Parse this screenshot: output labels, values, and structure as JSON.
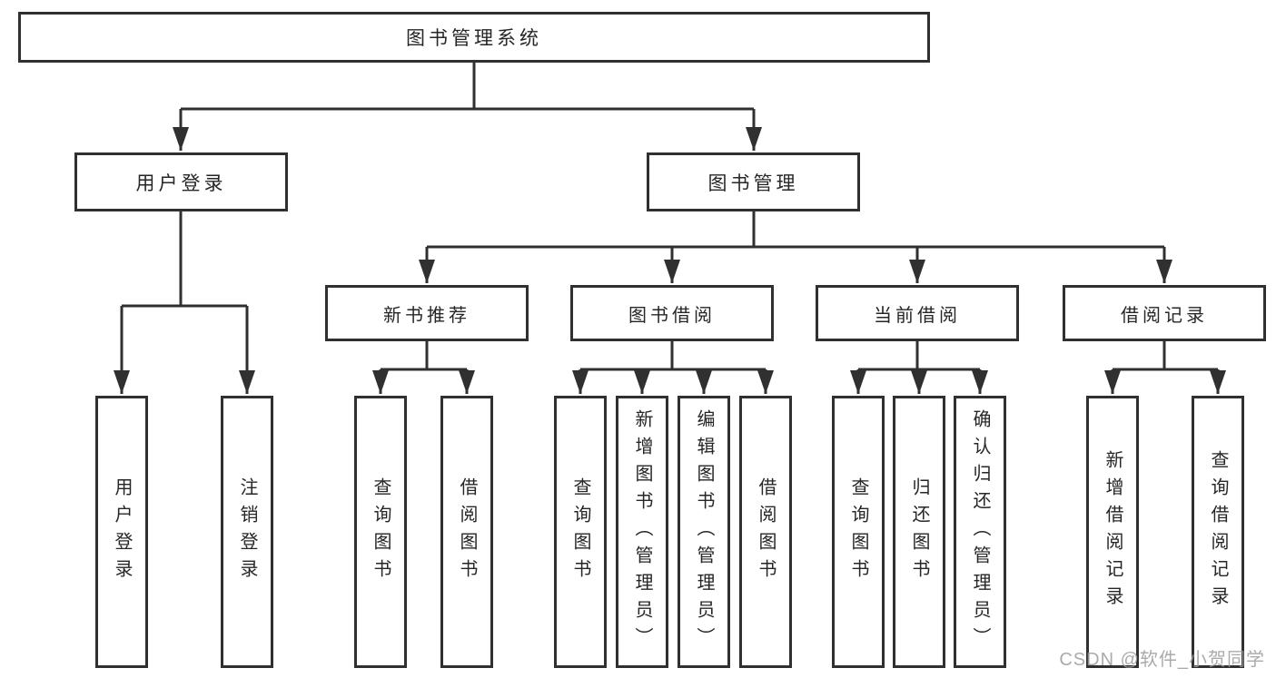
{
  "diagram_title": "图书管理系统",
  "tree": {
    "root": {
      "label": "图书管理系统"
    },
    "branches": [
      {
        "label": "用户登录",
        "children": [
          {
            "label": "用户登录"
          },
          {
            "label": "注销登录"
          }
        ]
      },
      {
        "label": "图书管理",
        "children": [
          {
            "label": "新书推荐",
            "children": [
              {
                "label": "查询图书"
              },
              {
                "label": "借阅图书"
              }
            ]
          },
          {
            "label": "图书借阅",
            "children": [
              {
                "label": "查询图书"
              },
              {
                "label": "新增图书（管理员）"
              },
              {
                "label": "编辑图书（管理员）"
              },
              {
                "label": "借阅图书"
              }
            ]
          },
          {
            "label": "当前借阅",
            "children": [
              {
                "label": "查询图书"
              },
              {
                "label": "归还图书"
              },
              {
                "label": "确认归还（管理员）"
              }
            ]
          },
          {
            "label": "借阅记录",
            "children": [
              {
                "label": "新增借阅记录"
              },
              {
                "label": "查询借阅记录"
              }
            ]
          }
        ]
      }
    ]
  },
  "watermark": {
    "text": "CSDN @软件_小贺同学"
  },
  "colors": {
    "line": "#303030",
    "box_border": "#303030",
    "text": "#262626",
    "background": "#ffffff",
    "watermark": "#9c9c9c"
  }
}
